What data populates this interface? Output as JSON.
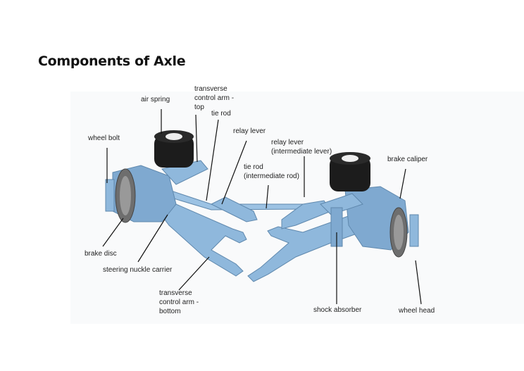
{
  "title": "Components of Axle",
  "colors": {
    "axle_blue": "#8fb8dc",
    "air_spring": "#1c1c1c",
    "leader_line": "#111111"
  },
  "labels": {
    "air_spring": "air spring",
    "transverse_top": [
      "transverse",
      "control arm -",
      "top"
    ],
    "tie_rod": "tie rod",
    "relay_lever": "relay lever",
    "relay_lever_intermediate": [
      "relay lever",
      "(intermediate lever)"
    ],
    "wheel_bolt": "wheel bolt",
    "tie_rod_intermediate": [
      "tie rod",
      "(intermediate rod)"
    ],
    "brake_caliper": "brake caliper",
    "brake_disc": "brake disc",
    "steering_nuckle_carrier": "steering nuckle carrier",
    "transverse_bottom": [
      "transverse",
      "control arm -",
      "bottom"
    ],
    "shock_absorber": "shock absorber",
    "wheel_head": "wheel head"
  }
}
